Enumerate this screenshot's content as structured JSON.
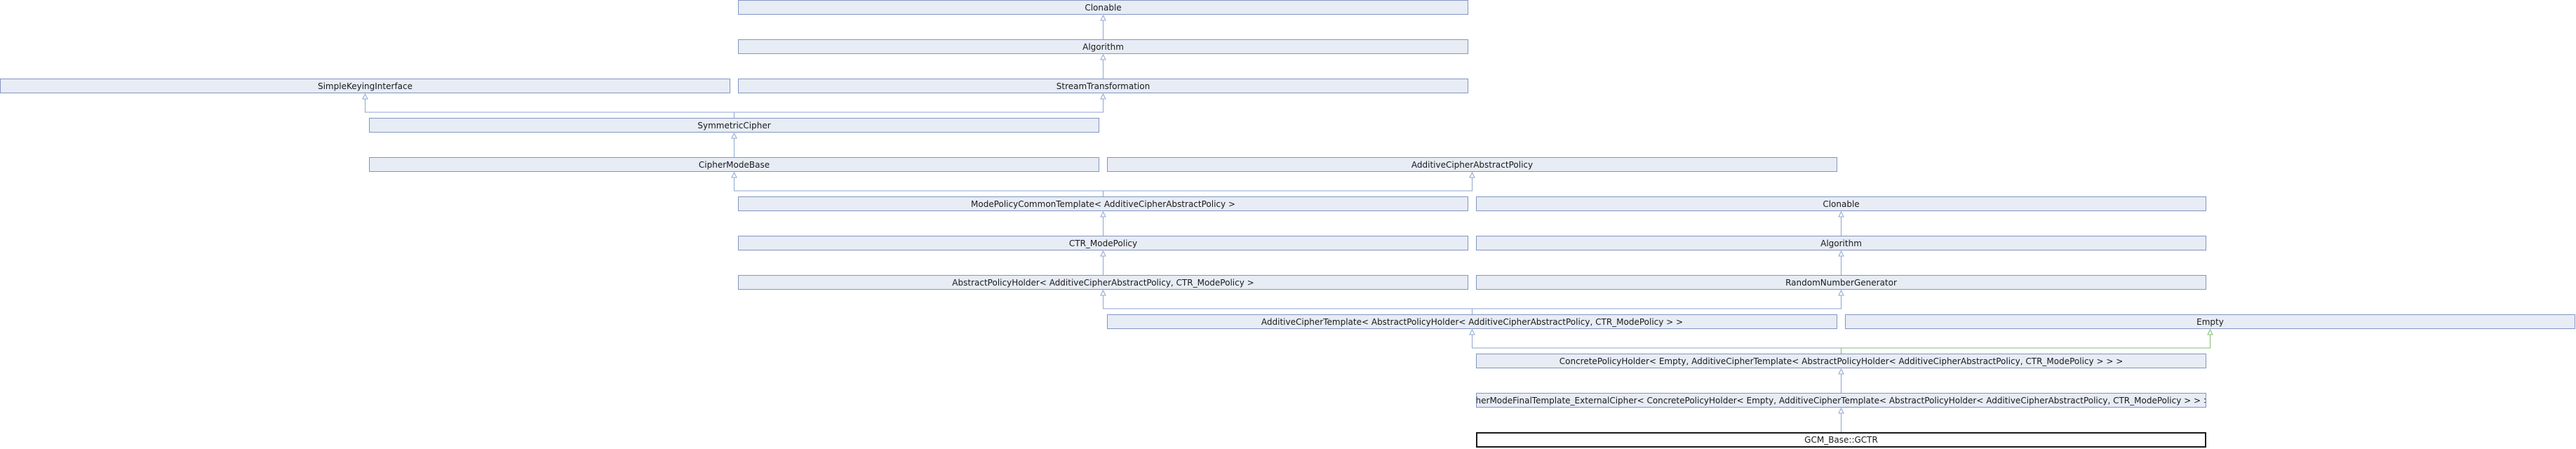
{
  "nodes": [
    {
      "id": "clonable_top",
      "label": "Clonable"
    },
    {
      "id": "algorithm_top",
      "label": "Algorithm"
    },
    {
      "id": "simple_keying",
      "label": "SimpleKeyingInterface"
    },
    {
      "id": "stream_transformation",
      "label": "StreamTransformation"
    },
    {
      "id": "symmetric_cipher",
      "label": "SymmetricCipher"
    },
    {
      "id": "cipher_mode_base",
      "label": "CipherModeBase"
    },
    {
      "id": "additive_cipher_abstract_policy",
      "label": "AdditiveCipherAbstractPolicy"
    },
    {
      "id": "mode_policy_common_template",
      "label": "ModePolicyCommonTemplate< AdditiveCipherAbstractPolicy >"
    },
    {
      "id": "clonable_right",
      "label": "Clonable"
    },
    {
      "id": "ctr_mode_policy",
      "label": "CTR_ModePolicy"
    },
    {
      "id": "algorithm_right",
      "label": "Algorithm"
    },
    {
      "id": "abstract_policy_holder",
      "label": "AbstractPolicyHolder< AdditiveCipherAbstractPolicy, CTR_ModePolicy >"
    },
    {
      "id": "random_number_generator",
      "label": "RandomNumberGenerator"
    },
    {
      "id": "additive_cipher_template",
      "label": "AdditiveCipherTemplate< AbstractPolicyHolder< AdditiveCipherAbstractPolicy, CTR_ModePolicy > >"
    },
    {
      "id": "empty",
      "label": "Empty"
    },
    {
      "id": "concrete_policy_holder",
      "label": "ConcretePolicyHolder< Empty, AdditiveCipherTemplate< AbstractPolicyHolder< AdditiveCipherAbstractPolicy, CTR_ModePolicy > > >"
    },
    {
      "id": "cipher_mode_final_template",
      "label": "CipherModeFinalTemplate_ExternalCipher< ConcretePolicyHolder< Empty, AdditiveCipherTemplate< AbstractPolicyHolder< AdditiveCipherAbstractPolicy, CTR_ModePolicy > > > >"
    },
    {
      "id": "gcm_base_gctr",
      "label": "GCM_Base::GCTR",
      "current": true
    }
  ],
  "edges": [
    {
      "from": "algorithm_top",
      "to": "clonable_top"
    },
    {
      "from": "stream_transformation",
      "to": "algorithm_top"
    },
    {
      "from": "symmetric_cipher",
      "to": "simple_keying"
    },
    {
      "from": "symmetric_cipher",
      "to": "stream_transformation"
    },
    {
      "from": "cipher_mode_base",
      "to": "symmetric_cipher"
    },
    {
      "from": "mode_policy_common_template",
      "to": "cipher_mode_base"
    },
    {
      "from": "mode_policy_common_template",
      "to": "additive_cipher_abstract_policy"
    },
    {
      "from": "ctr_mode_policy",
      "to": "mode_policy_common_template"
    },
    {
      "from": "algorithm_right",
      "to": "clonable_right"
    },
    {
      "from": "random_number_generator",
      "to": "algorithm_right"
    },
    {
      "from": "abstract_policy_holder",
      "to": "ctr_mode_policy"
    },
    {
      "from": "additive_cipher_template",
      "to": "abstract_policy_holder"
    },
    {
      "from": "additive_cipher_template",
      "to": "random_number_generator"
    },
    {
      "from": "concrete_policy_holder",
      "to": "additive_cipher_template"
    },
    {
      "from": "concrete_policy_holder",
      "to": "empty",
      "private": true
    },
    {
      "from": "cipher_mode_final_template",
      "to": "concrete_policy_holder"
    },
    {
      "from": "gcm_base_gctr",
      "to": "cipher_mode_final_template"
    }
  ]
}
